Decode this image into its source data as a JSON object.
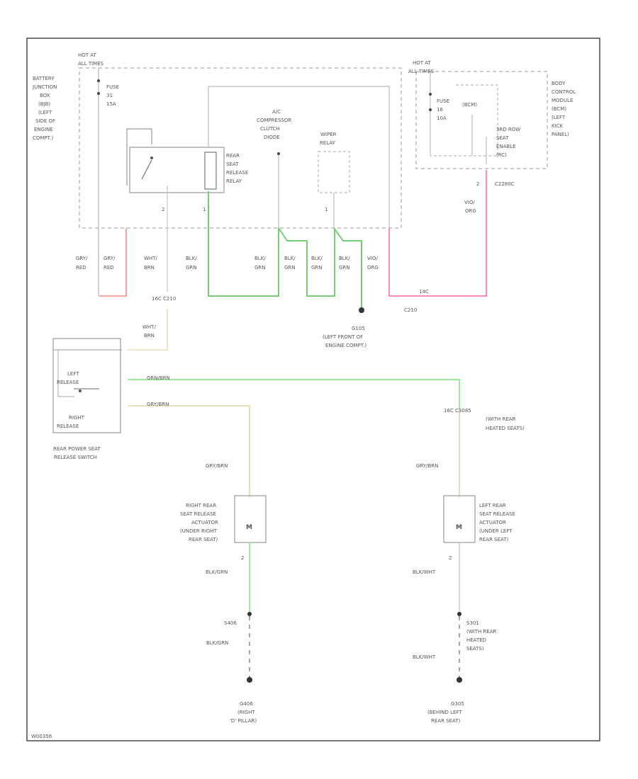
{
  "hot_at_left": "HOT AT",
  "hot_at_left_sub": "ALL TIMES",
  "battery_box": [
    "BATTERY",
    "JUNCTION",
    "BOX",
    "(BJB)",
    "(LEFT",
    "SIDE OF",
    "ENGINE",
    "COMPT.)"
  ],
  "fuse_left": [
    "FUSE",
    "31",
    "15A"
  ],
  "relay_label": [
    "REAR",
    "SEAT",
    "RELEASE",
    "RELAY"
  ],
  "ac_clutch": [
    "A/C",
    "COMPRESSOR",
    "CLUTCH",
    "DIODE"
  ],
  "wiper_label": [
    "WIPER",
    "RELAY"
  ],
  "hot_at_right": "HOT AT",
  "hot_at_right_sub": "ALL TIMES",
  "bcm_label": [
    "BODY",
    "CONTROL",
    "MODULE",
    "(BCM)",
    "(LEFT",
    "KICK",
    "PANEL)"
  ],
  "fuse_right": [
    "FUSE",
    "16",
    "10A"
  ],
  "bcm_inner": "(BCM)",
  "third_row": [
    "3RD ROW",
    "SEAT",
    "ENABLE",
    "(RC)"
  ],
  "pin_2_left": "2",
  "pin_1_left": "1",
  "pin_1_wiper": "1",
  "pin_2_bcm": "2",
  "conn_bcm": "C2280C",
  "vio_org_top": [
    "VIO/",
    "ORG"
  ],
  "wires": [
    [
      "GRY/",
      "RED"
    ],
    [
      "GRY/",
      "RED"
    ],
    [
      "WHT/",
      "BRN"
    ],
    [
      "BLK/",
      "GRN"
    ],
    [
      "BLK/",
      "GRN"
    ],
    [
      "BLK/",
      "GRN"
    ],
    [
      "BLK/",
      "GRN"
    ],
    [
      "BLK/",
      "GRN"
    ],
    [
      "VIO/",
      "ORG"
    ]
  ],
  "c210_left": "16C  C210",
  "c210_right": "C210",
  "c210_pin": "14C",
  "ground_g105": [
    "G105",
    "(LEFT FRONT OF",
    "ENGINE COMPT.)"
  ],
  "wht_brn": [
    "WHT/",
    "BRN"
  ],
  "switch_left": [
    "LEFT",
    "RELEASE"
  ],
  "switch_right": [
    "RIGHT",
    "RELEASE"
  ],
  "switch_title": [
    "REAR POWER SEAT",
    "RELEASE SWITCH"
  ],
  "grn_brn_top": "GRN/BRN",
  "gry_brn_top": "GRY/BRN",
  "with_heated": "16C  C3085",
  "with_heated_note": [
    "(WITH REAR",
    "HEATED SEATS)"
  ],
  "gry_brn_left": "GRY/BRN",
  "gry_brn_right": "GRY/BRN",
  "actuator_right": [
    "RIGHT REAR",
    "SEAT RELEASE",
    "ACTUATOR",
    "(UNDER RIGHT",
    "REAR SEAT)"
  ],
  "actuator_left": [
    "LEFT REAR",
    "SEAT RELEASE",
    "ACTUATOR",
    "(UNDER LEFT",
    "REAR SEAT)"
  ],
  "pin_2_ract": "2",
  "pin_2_lact": "2",
  "blk_grn_1": "BLK/GRN",
  "blk_wht_1": "BLK/WHT",
  "s406": "S406",
  "blk_grn_2": "BLK/GRN",
  "s301": [
    "S301",
    "(WITH REAR",
    "HEATED",
    "SEATS)"
  ],
  "blk_wht_2": "BLK/WHT",
  "ground_g406": [
    "G406",
    "(RIGHT",
    "'D' PILLAR)"
  ],
  "ground_g305": [
    "G305",
    "(BEHIND LEFT",
    "REAR SEAT)"
  ],
  "diagram_id": "W00356"
}
